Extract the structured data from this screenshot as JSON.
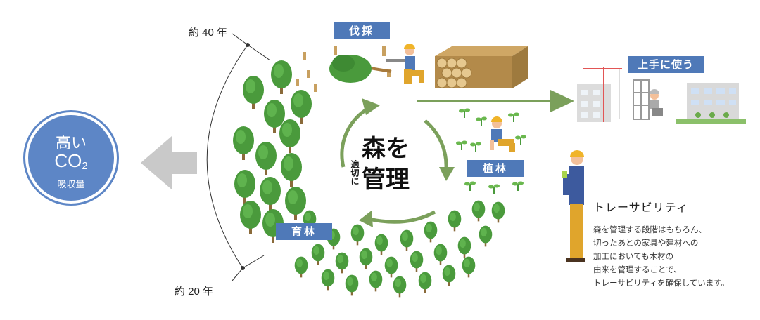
{
  "ages": {
    "top": "約 40 年",
    "bottom": "約 20 年"
  },
  "stages": {
    "harvest": "伐採",
    "plant": "植林",
    "nurture": "育林",
    "use": "上手に使う"
  },
  "center": {
    "line1": "森を",
    "line2": "管理",
    "side": "適切に"
  },
  "co2_badge": {
    "line1": "高い",
    "line2": "CO",
    "line2_sub": "2",
    "line3": "吸収量"
  },
  "traceability": {
    "title": "トレーサビリティ",
    "lines": [
      "森を管理する段階はもちろん、",
      "切ったあとの家具や建材への",
      "加工においても木材の",
      "由来を管理することで、",
      "トレーサビリティを確保しています。"
    ]
  },
  "colors": {
    "label_blue": "#4f79b8",
    "arrow_green": "#7ba05b",
    "tree_green": "#4a9a3c",
    "gray_arrow": "#c9c9c9"
  }
}
